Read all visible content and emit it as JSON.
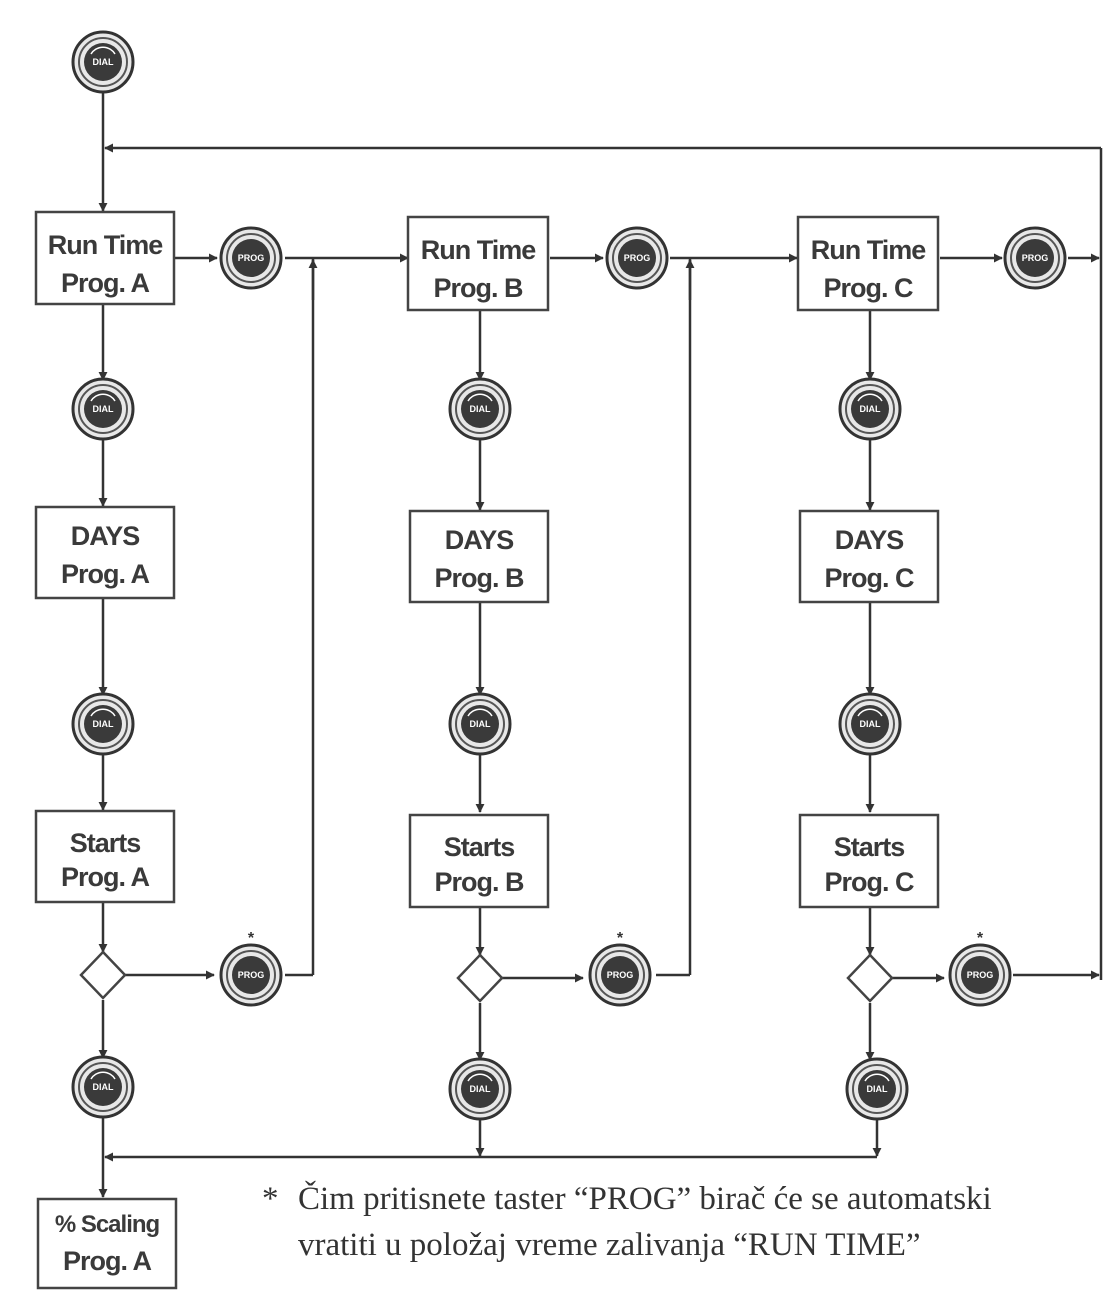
{
  "programs": [
    {
      "run_time": [
        "Run Time",
        "Prog. A"
      ],
      "days": [
        "DAYS",
        "Prog. A"
      ],
      "starts": [
        "Starts",
        "Prog. A"
      ]
    },
    {
      "run_time": [
        "Run Time",
        "Prog. B"
      ],
      "days": [
        "DAYS",
        "Prog. B"
      ],
      "starts": [
        "Starts",
        "Prog. B"
      ]
    },
    {
      "run_time": [
        "Run Time",
        "Prog. C"
      ],
      "days": [
        "DAYS",
        "Prog. C"
      ],
      "starts": [
        "Starts",
        "Prog. C"
      ]
    }
  ],
  "scaling": [
    "% Scaling",
    "Prog. A"
  ],
  "buttons": {
    "dial": "DIAL",
    "prog": "PROG"
  },
  "note": {
    "marker": "*",
    "line1": "Čim pritisnete taster “PROG” birač će se automatski",
    "line2": "vratiti u položaj vreme zalivanja “RUN TIME”"
  }
}
